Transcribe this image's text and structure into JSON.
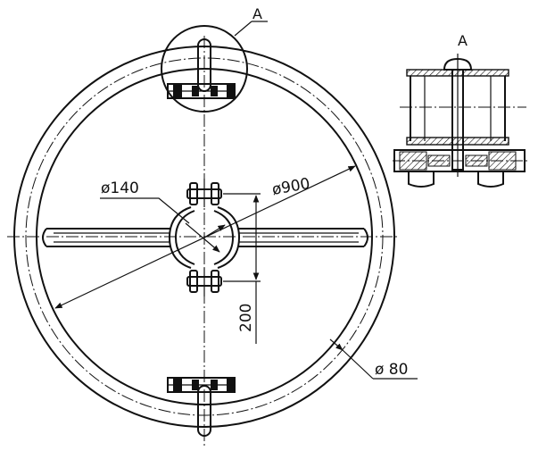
{
  "drawing": {
    "detail_label": "A",
    "detail_view_label": "A",
    "dim_hub": "ø140",
    "dim_ring": "ø900",
    "dim_spacing": "200",
    "dim_tube": "ø 80"
  }
}
